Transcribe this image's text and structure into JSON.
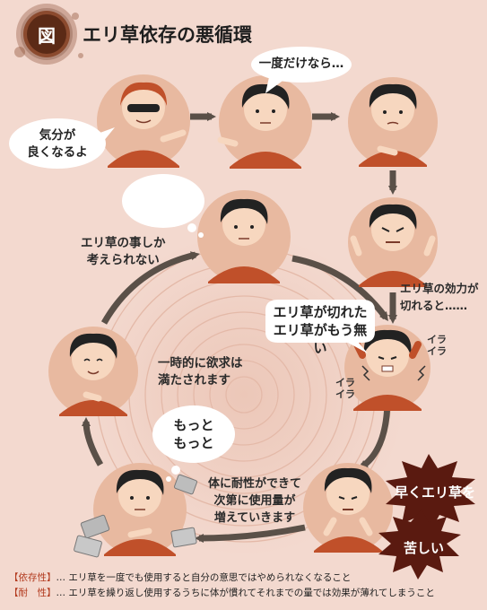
{
  "title": {
    "badge": "図",
    "text": "エリ草依存の悪循環"
  },
  "labels": {
    "feel_good": "気分が\n良くなるよ",
    "just_once": "一度だけなら…",
    "only_think": "エリ草の事しか\n考えられない",
    "effect_wears": "エリ草の効力が\n切れると……",
    "ran_out": "エリ草が切れた\nエリ草がもう無い",
    "satisfied": "一時的に欲求は\n満たされます",
    "more": "もっと\nもっと",
    "tolerance": "体に耐性ができて\n次第に使用量が\n増えていきます",
    "quickly": "早くエリ草を",
    "painful": "苦しい",
    "ira1": "イラ\nイラ",
    "ira2": "イラ\nイラ"
  },
  "footnotes": [
    {
      "term": "【依存性】",
      "text": "… エリ草を一度でも使用すると自分の意思ではやめられなくなること"
    },
    {
      "term": "【耐　性】",
      "text": "… エリ草を繰り返し使用するうちに体が慣れてそれまでの量では効果が薄れてしまうこと"
    }
  ],
  "colors": {
    "background": "#f3d9cf",
    "accent": "#b23a1e",
    "shirt": "#c0502a",
    "skin": "#f7d7bf",
    "arrow": "#5a5048",
    "burst": "#5a1a10"
  }
}
